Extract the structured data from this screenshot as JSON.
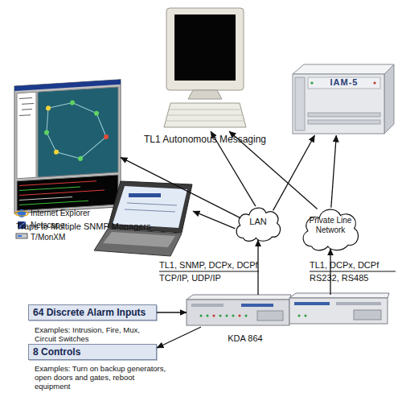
{
  "diagram": {
    "nodes": [
      {
        "text": [
          "TL1 Autonomous Messaging"
        ]
      },
      {
        "text": [
          "IAM-5"
        ]
      },
      {
        "text": [
          "Traps to Multiple SNMP Managers"
        ]
      },
      {
        "text": [
          "Internet Explorer",
          "Netscape",
          "T/MonXM"
        ]
      },
      {
        "text": [
          "LAN"
        ]
      },
      {
        "text": [
          "Private Line Network"
        ]
      },
      {
        "text": [
          "KDA 864"
        ]
      },
      {
        "text": [
          "64 Discrete Alarm Inputs",
          "Examples: Intrusion, Fire, Mux, Circuit Switches"
        ]
      },
      {
        "text": [
          "8 Controls",
          "Examples: Turn on backup generators, open doors and gates, reboot equipment"
        ]
      }
    ],
    "edges": [
      {
        "from": 4,
        "to": 0,
        "arrow": "to"
      },
      {
        "from": 4,
        "to": 1,
        "arrow": "to"
      },
      {
        "from": 4,
        "to": 2,
        "arrow": "to"
      },
      {
        "from": 4,
        "to": 3,
        "arrow": "to"
      },
      {
        "from": 5,
        "to": 0,
        "arrow": "to"
      },
      {
        "from": 5,
        "to": 1,
        "arrow": "to"
      },
      {
        "from": 6,
        "to": 4,
        "arrow": "to"
      },
      {
        "from": 6,
        "to": 5,
        "arrow": "to"
      },
      {
        "from": 7,
        "to": 6,
        "arrow": "to"
      },
      {
        "from": 6,
        "to": 8,
        "arrow": "to"
      }
    ],
    "labels": [
      "TL1, SNMP, DCPx, DCPf",
      "TCP/IP, UDP/IP",
      "TL1, DCPx, DCPf",
      "RS232, RS485"
    ]
  }
}
